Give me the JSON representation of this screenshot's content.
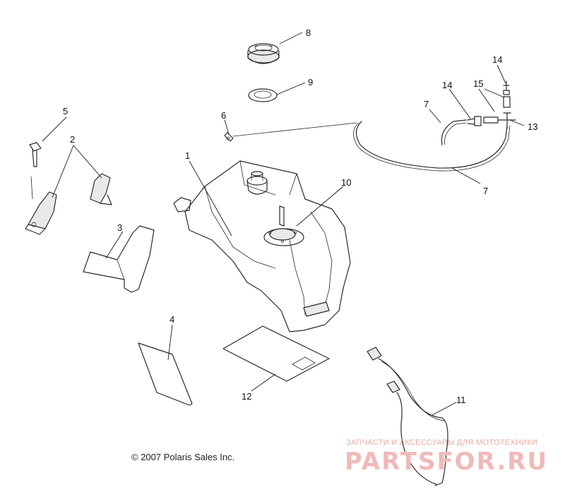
{
  "diagram": {
    "callouts": {
      "c1": "1",
      "c2": "2",
      "c3": "3",
      "c4": "4",
      "c5": "5",
      "c6": "6",
      "c7a": "7",
      "c7b": "7",
      "c8": "8",
      "c9": "9",
      "c10": "10",
      "c11": "11",
      "c12": "12",
      "c13": "13",
      "c14a": "14",
      "c14b": "14",
      "c15": "15"
    },
    "copyright": "© 2007 Polaris Sales Inc."
  },
  "watermark": {
    "tagline": "ЗАПЧАСТИ И АКСЕССУАРЫ ДЛЯ МОТОТЕХНИКИ",
    "logo": "PARTSFOR.RU",
    "color": "#f1b9b9"
  }
}
